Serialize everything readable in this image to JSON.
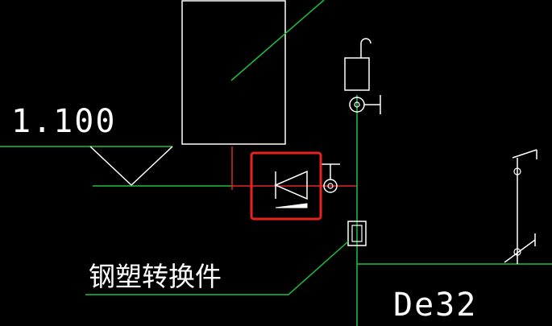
{
  "colors": {
    "background": "#000000",
    "pipe_green": "#1fbf3c",
    "pipe_red": "#e0242a",
    "symbol_white": "#ffffff",
    "highlight_red": "#e8231f"
  },
  "annotations": {
    "elevation_label": "1.100",
    "fitting_label": "钢塑转换件",
    "pipe_size_label": "De32"
  },
  "symbols": [
    "elevation-marker-icon",
    "check-valve-icon",
    "gate-valve-icon",
    "water-tap-icon",
    "steel-plastic-adapter-icon",
    "equipment-box",
    "selection-highlight-box"
  ]
}
